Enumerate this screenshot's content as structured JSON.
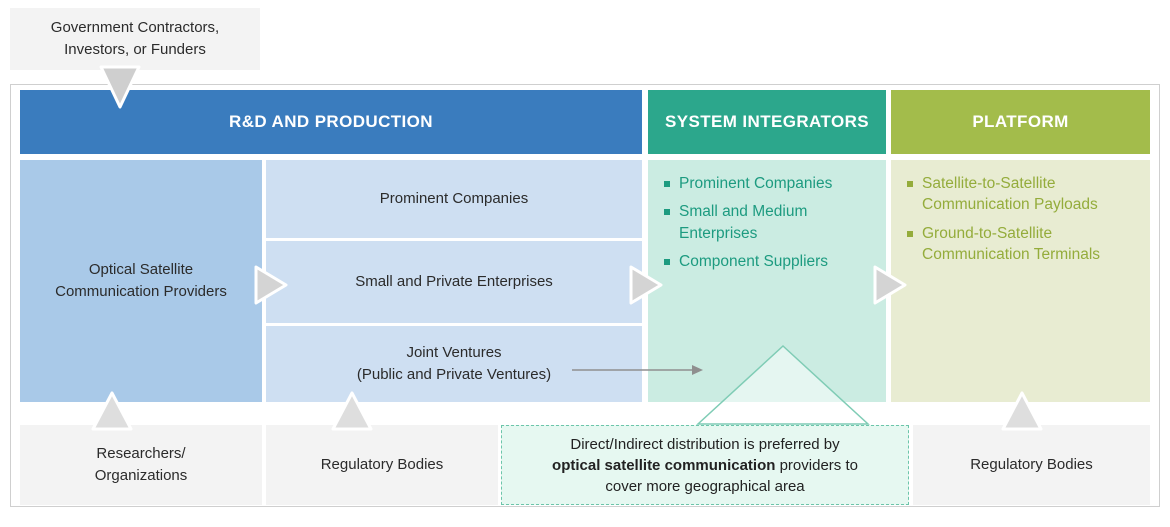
{
  "colors": {
    "rd_header": "#3a7cbe",
    "si_header": "#2ca78c",
    "platform_header": "#a3bc4b",
    "providers_fill": "#a9c9e8",
    "rd_sub_fill": "#cedff2",
    "si_fill": "#cbece2",
    "platform_fill": "#e8ecd2",
    "si_text": "#1d9b80",
    "platform_text": "#94ac3b",
    "gray_box_fill": "#f3f3f3",
    "arrow_gray": "#d4d4d4",
    "callout_border": "#6cc5aa",
    "callout_fill": "#e6f8f1"
  },
  "top_box": {
    "label": "Government Contractors,\nInvestors, or Funders"
  },
  "headers": {
    "rd": "R&D AND PRODUCTION",
    "si": "SYSTEM INTEGRATORS",
    "platform": "PLATFORM"
  },
  "rd_column": {
    "providers": "Optical Satellite\nCommunication Providers",
    "boxes": [
      "Prominent Companies",
      "Small and Private Enterprises",
      "Joint Ventures\n(Public and Private Ventures)"
    ]
  },
  "system_integrators": {
    "items": [
      "Prominent Companies",
      "Small and Medium Enterprises",
      "Component Suppliers"
    ]
  },
  "platform": {
    "items": [
      "Satellite-to-Satellite Communication Payloads",
      "Ground-to-Satellite Communication Terminals"
    ]
  },
  "bottom_row": {
    "researchers": "Researchers/\nOrganizations",
    "regulatory_left": "Regulatory Bodies",
    "regulatory_right": "Regulatory Bodies",
    "callout": {
      "line1": "Direct/Indirect distribution is preferred by",
      "line2_bold": "optical satellite communication",
      "line2_rest": " providers to",
      "line3": "cover more geographical area"
    }
  }
}
